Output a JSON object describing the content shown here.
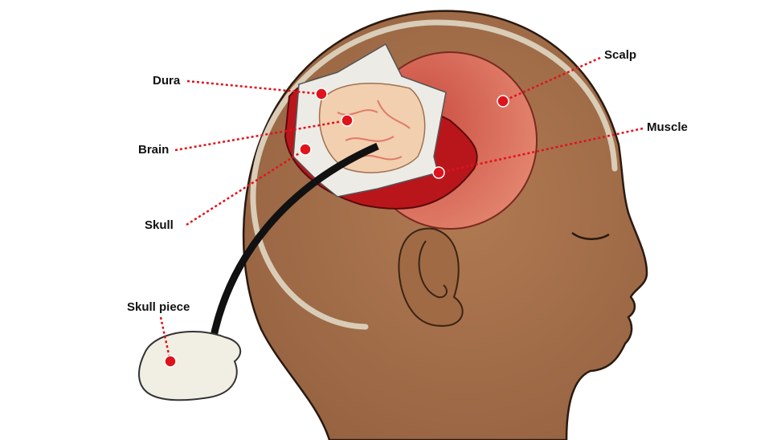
{
  "labels": {
    "dura": "Dura",
    "brain": "Brain",
    "skull": "Skull",
    "skull_piece": "Skull piece",
    "scalp": "Scalp",
    "muscle": "Muscle"
  },
  "colors": {
    "skin": "#a8714a",
    "skin_dark": "#8a5a38",
    "scalp": "#d9705e",
    "muscle": "#b9161c",
    "dura": "#ecebe6",
    "brain": "#f2cfae",
    "pointer": "#e0131c"
  }
}
